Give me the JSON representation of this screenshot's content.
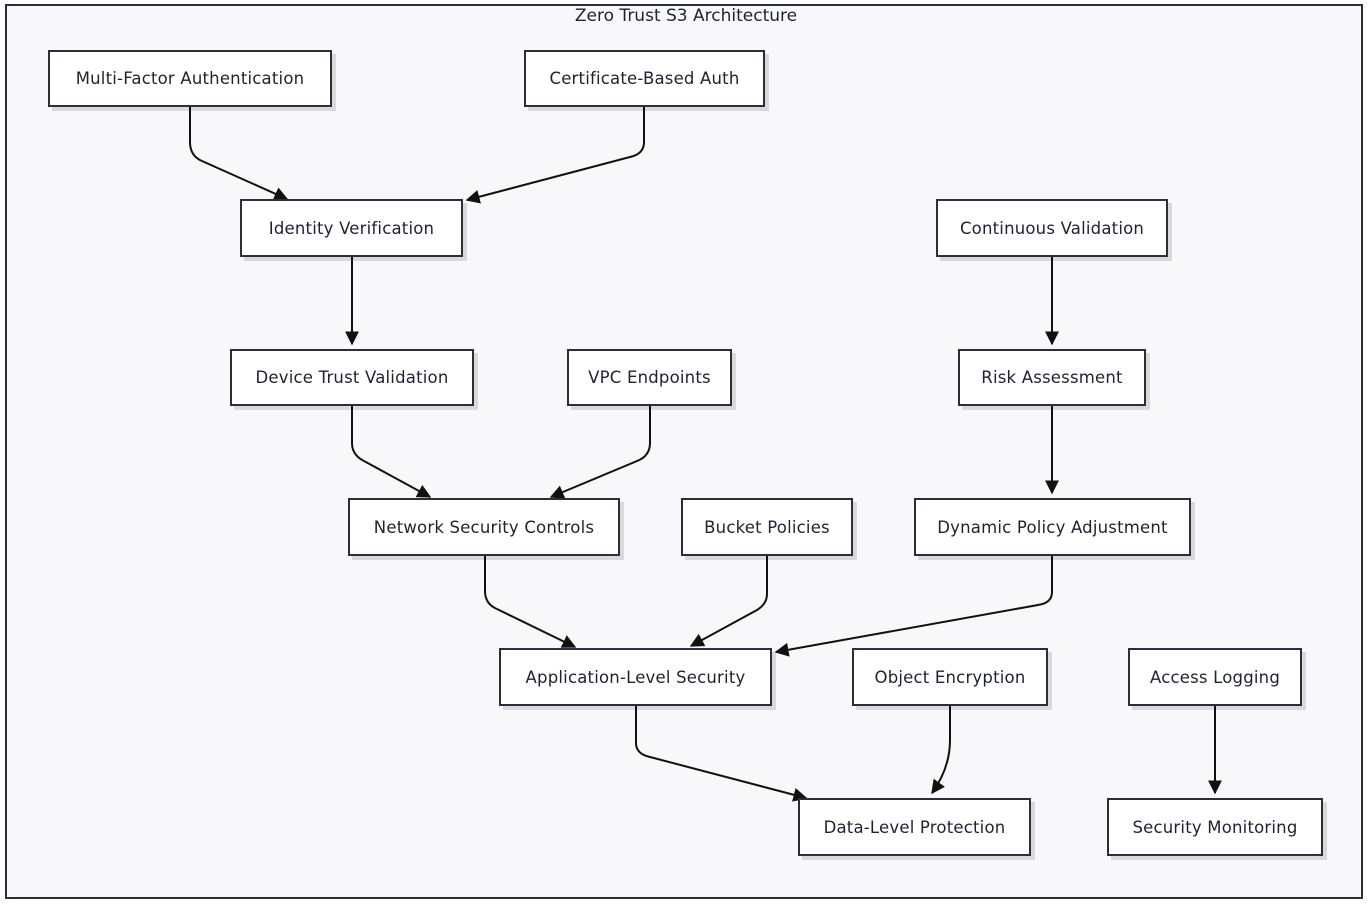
{
  "title": "Zero Trust S3 Architecture",
  "nodes": {
    "mfa": "Multi-Factor Authentication",
    "cert": "Certificate-Based Auth",
    "identity": "Identity Verification",
    "continuous": "Continuous Validation",
    "device": "Device Trust Validation",
    "vpc": "VPC Endpoints",
    "risk": "Risk Assessment",
    "network": "Network Security Controls",
    "bucket": "Bucket Policies",
    "dynamic": "Dynamic Policy Adjustment",
    "app": "Application-Level Security",
    "encryption": "Object Encryption",
    "logging": "Access Logging",
    "data": "Data-Level Protection",
    "monitoring": "Security Monitoring"
  },
  "edges": [
    {
      "from": "mfa",
      "to": "identity"
    },
    {
      "from": "cert",
      "to": "identity"
    },
    {
      "from": "identity",
      "to": "device"
    },
    {
      "from": "continuous",
      "to": "risk"
    },
    {
      "from": "device",
      "to": "network"
    },
    {
      "from": "vpc",
      "to": "network"
    },
    {
      "from": "risk",
      "to": "dynamic"
    },
    {
      "from": "network",
      "to": "app"
    },
    {
      "from": "bucket",
      "to": "app"
    },
    {
      "from": "dynamic",
      "to": "app"
    },
    {
      "from": "app",
      "to": "data"
    },
    {
      "from": "encryption",
      "to": "data"
    },
    {
      "from": "logging",
      "to": "monitoring"
    }
  ],
  "colors": {
    "border": "#2b2d3b",
    "background": "#f8f8fa",
    "node_fill": "#ffffff",
    "edge": "#111111"
  }
}
